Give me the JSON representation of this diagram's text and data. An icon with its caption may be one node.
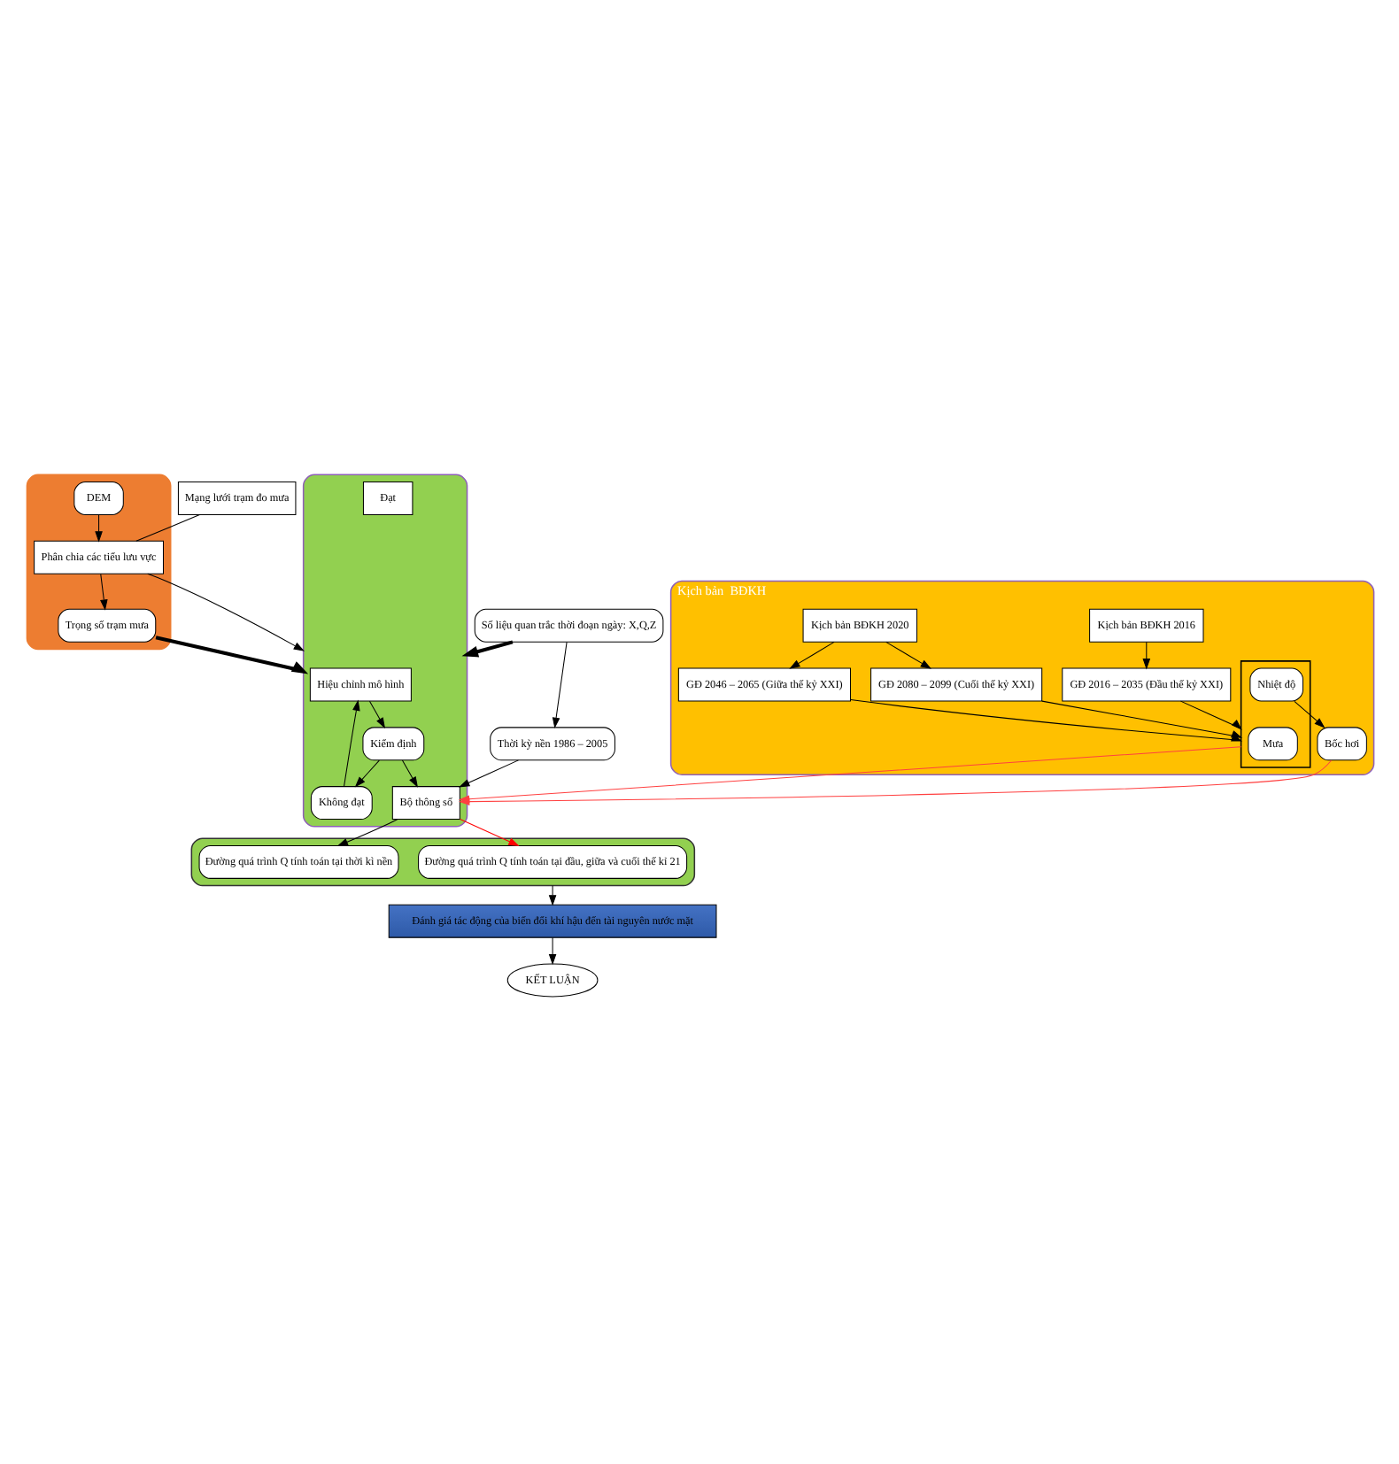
{
  "diagram": {
    "nodes": [
      {
        "text": [],
        "shape": "box"
      },
      {
        "text": [
          "DEM"
        ],
        "in": 0
      },
      {
        "text": [
          "Phân chia các tiểu lưu vực"
        ],
        "in": 0
      },
      {
        "text": [
          "Trọng số trạm mưa"
        ],
        "in": 0
      },
      {
        "text": [
          "Mạng lưới trạm đo mưa"
        ]
      },
      {
        "text": [
          "Số liệu quan trắc thời đoạn ngày: X,Q,Z"
        ]
      },
      {
        "text": [
          "Thời kỳ nền 1986 – 2005"
        ]
      },
      {
        "text": [
          "Kịch bản  BĐKH"
        ]
      },
      {
        "text": [
          "Kịch bản BĐKH 2016"
        ],
        "in": 7
      },
      {
        "text": [
          "Kịch bản BĐKH 2020"
        ],
        "in": 7
      },
      {
        "text": [
          "GĐ 2016 – 2035 (Đầu thế kỷ XXI)"
        ],
        "in": 7
      },
      {
        "text": [
          "GĐ 2046 – 2065 (Giữa thế kỷ XXI)"
        ],
        "in": 7
      },
      {
        "text": [
          "GĐ 2080 – 2099 (Cuối thế kỷ XXI)"
        ],
        "in": 7
      },
      {
        "text": [],
        "shape": "box",
        "in": 7
      },
      {
        "text": [
          "Mưa"
        ],
        "in": 13
      },
      {
        "text": [
          "Nhiệt độ"
        ],
        "in": 13
      },
      {
        "text": [
          "Bốc hơi"
        ],
        "in": 7
      },
      {
        "text": [],
        "shape": "box"
      },
      {
        "text": [
          "Hiệu chỉnh mô hình"
        ],
        "in": 17
      },
      {
        "text": [
          "Không đạt"
        ],
        "in": 17
      },
      {
        "text": [
          "Kiểm định"
        ],
        "in": 17
      },
      {
        "text": [
          "Đạt"
        ],
        "in": 17
      },
      {
        "text": [
          "Bộ thông số"
        ],
        "in": 17
      },
      {
        "text": [],
        "shape": "box"
      },
      {
        "text": [
          "Đường quá trình Q tính toán tại đầu, giữa và cuối thế kỉ 21"
        ],
        "in": 23
      },
      {
        "text": [
          "Đường quá trình Q tính toán tại thời kì nền"
        ],
        "in": 23
      },
      {
        "text": [
          "Đánh giá tác động của biến đổi khí hậu đến tài nguyên nước mặt"
        ]
      },
      {
        "text": [
          "KẾT LUẬN"
        ]
      }
    ],
    "edges": [
      {
        "from": 1,
        "to": 2,
        "arrow": "to"
      },
      {
        "from": 4,
        "to": 2,
        "arrow": "none"
      },
      {
        "from": 2,
        "to": 3,
        "arrow": "to"
      },
      {
        "from": 2,
        "to": 17,
        "arrow": "to"
      },
      {
        "from": 3,
        "to": 17,
        "arrow": "to",
        "style": "thick"
      },
      {
        "from": 5,
        "to": 17,
        "arrow": "to",
        "style": "thick"
      },
      {
        "from": 5,
        "to": 6,
        "arrow": "to"
      },
      {
        "from": 6,
        "to": 22,
        "arrow": "to"
      },
      {
        "from": 8,
        "to": 10,
        "arrow": "to"
      },
      {
        "from": 9,
        "to": 11,
        "arrow": "to"
      },
      {
        "from": 9,
        "to": 12,
        "arrow": "to"
      },
      {
        "from": 10,
        "to": 13,
        "arrow": "to"
      },
      {
        "from": 11,
        "to": 13,
        "arrow": "to"
      },
      {
        "from": 12,
        "to": 13,
        "arrow": "to"
      },
      {
        "from": 15,
        "to": 16,
        "arrow": "to"
      },
      {
        "from": 13,
        "to": 22,
        "arrow": "to",
        "color": "#ff4040"
      },
      {
        "from": 16,
        "to": 22,
        "arrow": "to",
        "color": "#ff4040"
      },
      {
        "from": 19,
        "to": 18,
        "arrow": "to"
      },
      {
        "from": 18,
        "to": 20,
        "arrow": "to"
      },
      {
        "from": 20,
        "to": 19,
        "arrow": "to"
      },
      {
        "from": 20,
        "to": 22,
        "arrow": "to"
      },
      {
        "from": 22,
        "to": 24,
        "arrow": "to",
        "color": "#ff0000"
      },
      {
        "from": 22,
        "to": 25,
        "arrow": "to"
      },
      {
        "from": 23,
        "to": 26,
        "arrow": "to"
      },
      {
        "from": 26,
        "to": 27,
        "arrow": "to"
      }
    ]
  }
}
